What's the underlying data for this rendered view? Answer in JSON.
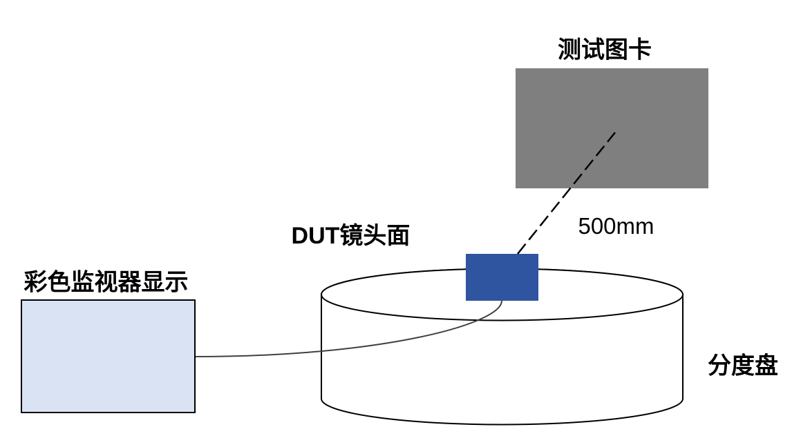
{
  "test_chart": {
    "label": "测试图卡",
    "fill_color": "#7f7f7f"
  },
  "distance": {
    "label": "500mm",
    "value": 500,
    "unit": "mm"
  },
  "dut_lens": {
    "label": "DUT镜头面",
    "fill_color": "#2f55a0"
  },
  "monitor": {
    "label": "彩色监视器显示",
    "fill_color": "#dae3f3"
  },
  "indexing_plate": {
    "label": "分度盘",
    "fill_color": "#ffffff"
  },
  "cable": {
    "color": "#404040"
  },
  "connections": [
    {
      "from": "monitor",
      "to": "dut_lens",
      "kind": "cable"
    },
    {
      "from": "dut_lens",
      "to": "test_chart",
      "kind": "dashed-distance",
      "label": "500mm"
    }
  ]
}
